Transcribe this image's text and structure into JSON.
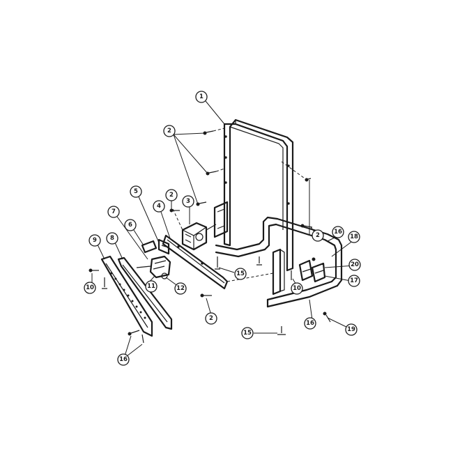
{
  "callouts": [
    {
      "id": "c1",
      "label": "1"
    },
    {
      "id": "c2a",
      "label": "2"
    },
    {
      "id": "c2b",
      "label": "2"
    },
    {
      "id": "c2c",
      "label": "2"
    },
    {
      "id": "c2d",
      "label": "2"
    },
    {
      "id": "c3",
      "label": "3"
    },
    {
      "id": "c4",
      "label": "4"
    },
    {
      "id": "c5",
      "label": "5"
    },
    {
      "id": "c6",
      "label": "6"
    },
    {
      "id": "c7",
      "label": "7"
    },
    {
      "id": "c8",
      "label": "8"
    },
    {
      "id": "c9",
      "label": "9"
    },
    {
      "id": "c10a",
      "label": "10"
    },
    {
      "id": "c10b",
      "label": "10"
    },
    {
      "id": "c11",
      "label": "11"
    },
    {
      "id": "c12",
      "label": "12"
    },
    {
      "id": "c15a",
      "label": "15"
    },
    {
      "id": "c15b",
      "label": "15"
    },
    {
      "id": "c16a",
      "label": "16"
    },
    {
      "id": "c16b",
      "label": "16"
    },
    {
      "id": "c16c",
      "label": "16"
    },
    {
      "id": "c17",
      "label": "17"
    },
    {
      "id": "c18",
      "label": "18"
    },
    {
      "id": "c19",
      "label": "19"
    },
    {
      "id": "c20",
      "label": "20"
    }
  ]
}
